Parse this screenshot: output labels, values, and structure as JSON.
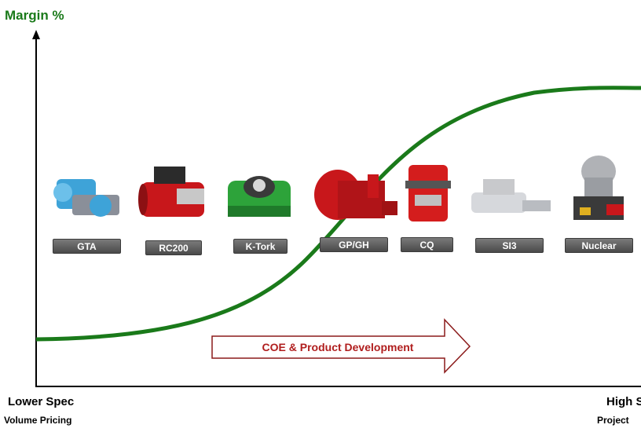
{
  "title": "Margin %",
  "x_axis": {
    "left_line1": "Lower Spec",
    "left_line2": "Volume Pricing",
    "right_line1": "High S",
    "right_line2": "Project"
  },
  "arrow_label": "COE & Product Development",
  "products": [
    {
      "id": "gta",
      "label": "GTA"
    },
    {
      "id": "rc200",
      "label": "RC200"
    },
    {
      "id": "ktork",
      "label": "K-Tork"
    },
    {
      "id": "gpgh",
      "label": "GP/GH"
    },
    {
      "id": "cq",
      "label": "CQ"
    },
    {
      "id": "si3",
      "label": "SI3"
    },
    {
      "id": "nuclear",
      "label": "Nuclear"
    }
  ],
  "colors": {
    "curve": "#1a7a1a",
    "title": "#1a7a1a",
    "arrow_outline": "#8b1a1a",
    "arrow_text": "#b01e1e",
    "label_bg": "#5a5a5a"
  }
}
